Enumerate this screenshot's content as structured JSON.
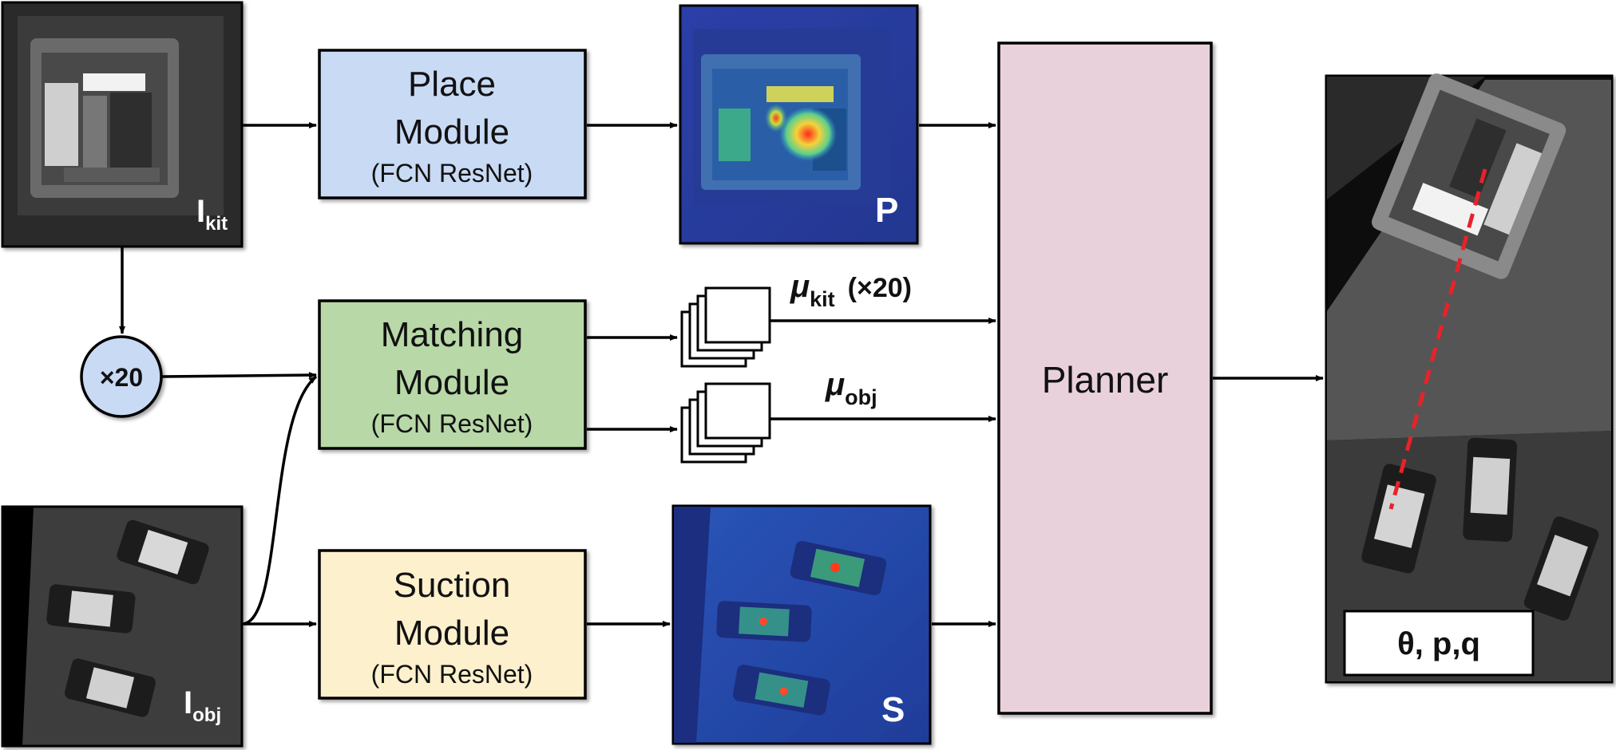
{
  "modules": {
    "place": {
      "title_1": "Place",
      "title_2": "Module",
      "subtitle": "(FCN ResNet)",
      "color": "#c9daf5"
    },
    "matching": {
      "title_1": "Matching",
      "title_2": "Module",
      "subtitle": "(FCN ResNet)",
      "color": "#b8d8a8"
    },
    "suction": {
      "title_1": "Suction",
      "title_2": "Module",
      "subtitle": "(FCN ResNet)",
      "color": "#fdf0cd"
    },
    "planner": {
      "label": "Planner",
      "color": "#e9d1dc"
    }
  },
  "images": {
    "kit": {
      "label": "I",
      "subscript": "kit"
    },
    "obj": {
      "label": "I",
      "subscript": "obj"
    },
    "place_map": {
      "label": "P"
    },
    "suction_map": {
      "label": "S"
    },
    "output": {
      "label": "θ, p,q"
    }
  },
  "repeat": {
    "label": "×20",
    "color": "#c9daf5"
  },
  "descriptors": {
    "kit": {
      "symbol": "μ",
      "subscript": "kit",
      "suffix": "(×20)"
    },
    "obj": {
      "symbol": "μ",
      "subscript": "obj"
    }
  }
}
